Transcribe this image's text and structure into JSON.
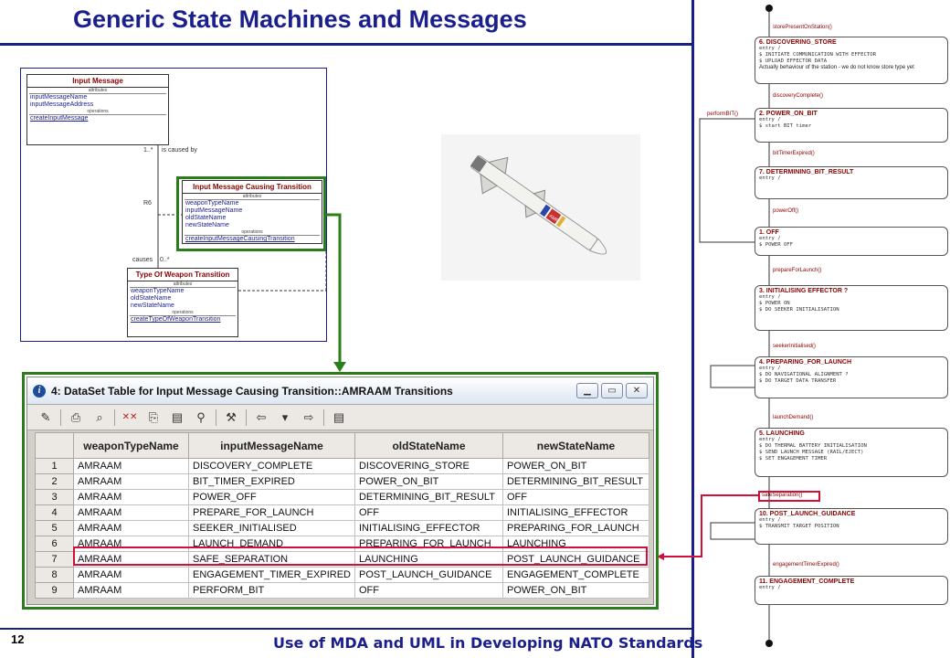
{
  "slide": {
    "title": "Generic State Machines and Messages",
    "page_number": "12",
    "footer": "Use of MDA and UML in Developing NATO Standards"
  },
  "uml": {
    "input_message": {
      "name": "Input Message",
      "attr_label": "attributes",
      "attrs": [
        "inputMessageName",
        "inputMessageAddress"
      ],
      "ops_label": "operations",
      "ops": [
        "createInputMessage"
      ]
    },
    "causing": {
      "name": "Input Message Causing Transition",
      "attr_label": "attributes",
      "attrs": [
        "weaponTypeName",
        "inputMessageName",
        "oldStateName",
        "newStateName"
      ],
      "ops_label": "operations",
      "ops": [
        "createInputMessageCausingTransition"
      ]
    },
    "weapon": {
      "name": "Type Of Weapon Transition",
      "attr_label": "attributes",
      "attrs": [
        "weaponTypeName",
        "oldStateName",
        "newStateName"
      ],
      "ops_label": "operations",
      "ops": [
        "createTypeOfWeaponTransition"
      ]
    },
    "labels": {
      "mult1": "1..*",
      "is_caused_by": "is caused by",
      "r6": "R6",
      "causes": "causes",
      "mult2": "0..*"
    }
  },
  "missile": {
    "marking": "AMRAAM"
  },
  "dataset_window": {
    "title": "4: DataSet Table for Input Message Causing Transition::AMRAAM Transitions",
    "icon": "info-icon",
    "columns": [
      "weaponTypeName",
      "inputMessageName",
      "oldStateName",
      "newStateName"
    ],
    "rows": [
      {
        "n": "1",
        "c": [
          "AMRAAM",
          "DISCOVERY_COMPLETE",
          "DISCOVERING_STORE",
          "POWER_ON_BIT"
        ]
      },
      {
        "n": "2",
        "c": [
          "AMRAAM",
          "BIT_TIMER_EXPIRED",
          "POWER_ON_BIT",
          "DETERMINING_BIT_RESULT"
        ]
      },
      {
        "n": "3",
        "c": [
          "AMRAAM",
          "POWER_OFF",
          "DETERMINING_BIT_RESULT",
          "OFF"
        ]
      },
      {
        "n": "4",
        "c": [
          "AMRAAM",
          "PREPARE_FOR_LAUNCH",
          "OFF",
          "INITIALISING_EFFECTOR"
        ]
      },
      {
        "n": "5",
        "c": [
          "AMRAAM",
          "SEEKER_INITIALISED",
          "INITIALISING_EFFECTOR",
          "PREPARING_FOR_LAUNCH"
        ]
      },
      {
        "n": "6",
        "c": [
          "AMRAAM",
          "LAUNCH_DEMAND",
          "PREPARING_FOR_LAUNCH",
          "LAUNCHING"
        ]
      },
      {
        "n": "7",
        "c": [
          "AMRAAM",
          "SAFE_SEPARATION",
          "LAUNCHING",
          "POST_LAUNCH_GUIDANCE"
        ]
      },
      {
        "n": "8",
        "c": [
          "AMRAAM",
          "ENGAGEMENT_TIMER_EXPIRED",
          "POST_LAUNCH_GUIDANCE",
          "ENGAGEMENT_COMPLETE"
        ]
      },
      {
        "n": "9",
        "c": [
          "AMRAAM",
          "PERFORM_BIT",
          "OFF",
          "POWER_ON_BIT"
        ]
      }
    ]
  },
  "state_machine": {
    "states": [
      {
        "name": "6. DISCOVERING_STORE",
        "lines": [
          "entry /",
          "$ INITIATE COMMUNICATION WITH EFFECTOR",
          "$ UPLOAD EFFECTOR DATA"
        ],
        "note": "Actually behaviour of the station - we do not know store type yet"
      },
      {
        "name": "2. POWER_ON_BIT",
        "lines": [
          "entry /",
          "$ start BIT timer"
        ],
        "note": ""
      },
      {
        "name": "7. DETERMINING_BIT_RESULT",
        "lines": [
          "entry /"
        ],
        "note": ""
      },
      {
        "name": "1. OFF",
        "lines": [
          "entry /",
          "$ POWER OFF"
        ],
        "note": ""
      },
      {
        "name": "3. INITIALISING EFFECTOR ?",
        "lines": [
          "entry /",
          "$ POWER ON",
          "$ DO SEEKER INITIALISATION"
        ],
        "note": ""
      },
      {
        "name": "4. PREPARING_FOR_LAUNCH",
        "lines": [
          "entry /",
          "$ DO NAVIGATIONAL ALIGNMENT ?",
          "$ DO TARGET DATA TRANSFER"
        ],
        "note": ""
      },
      {
        "name": "5. LAUNCHING",
        "lines": [
          "entry /",
          "$ DO THERMAL BATTERY INITIALISATION",
          "$ SEND LAUNCH MESSAGE (RAIL/EJECT)",
          "$ SET ENGAGEMENT TIMER"
        ],
        "note": ""
      },
      {
        "name": "10. POST_LAUNCH_GUIDANCE",
        "lines": [
          "entry /",
          "$ TRANSMIT TARGET POSITION"
        ],
        "note": ""
      },
      {
        "name": "11. ENGAGEMENT_COMPLETE",
        "lines": [
          "entry /"
        ],
        "note": ""
      }
    ],
    "transitions": [
      "storePresentOnStation()",
      "discoveryComplete()",
      "bitTimerExpired()",
      "powerOff()",
      "prepareForLaunch()",
      "seekerInitialised()",
      "launchDemand()",
      "safeSeparation()",
      "engagementTimerExpired()"
    ],
    "perform_bit": "performBIT()"
  }
}
